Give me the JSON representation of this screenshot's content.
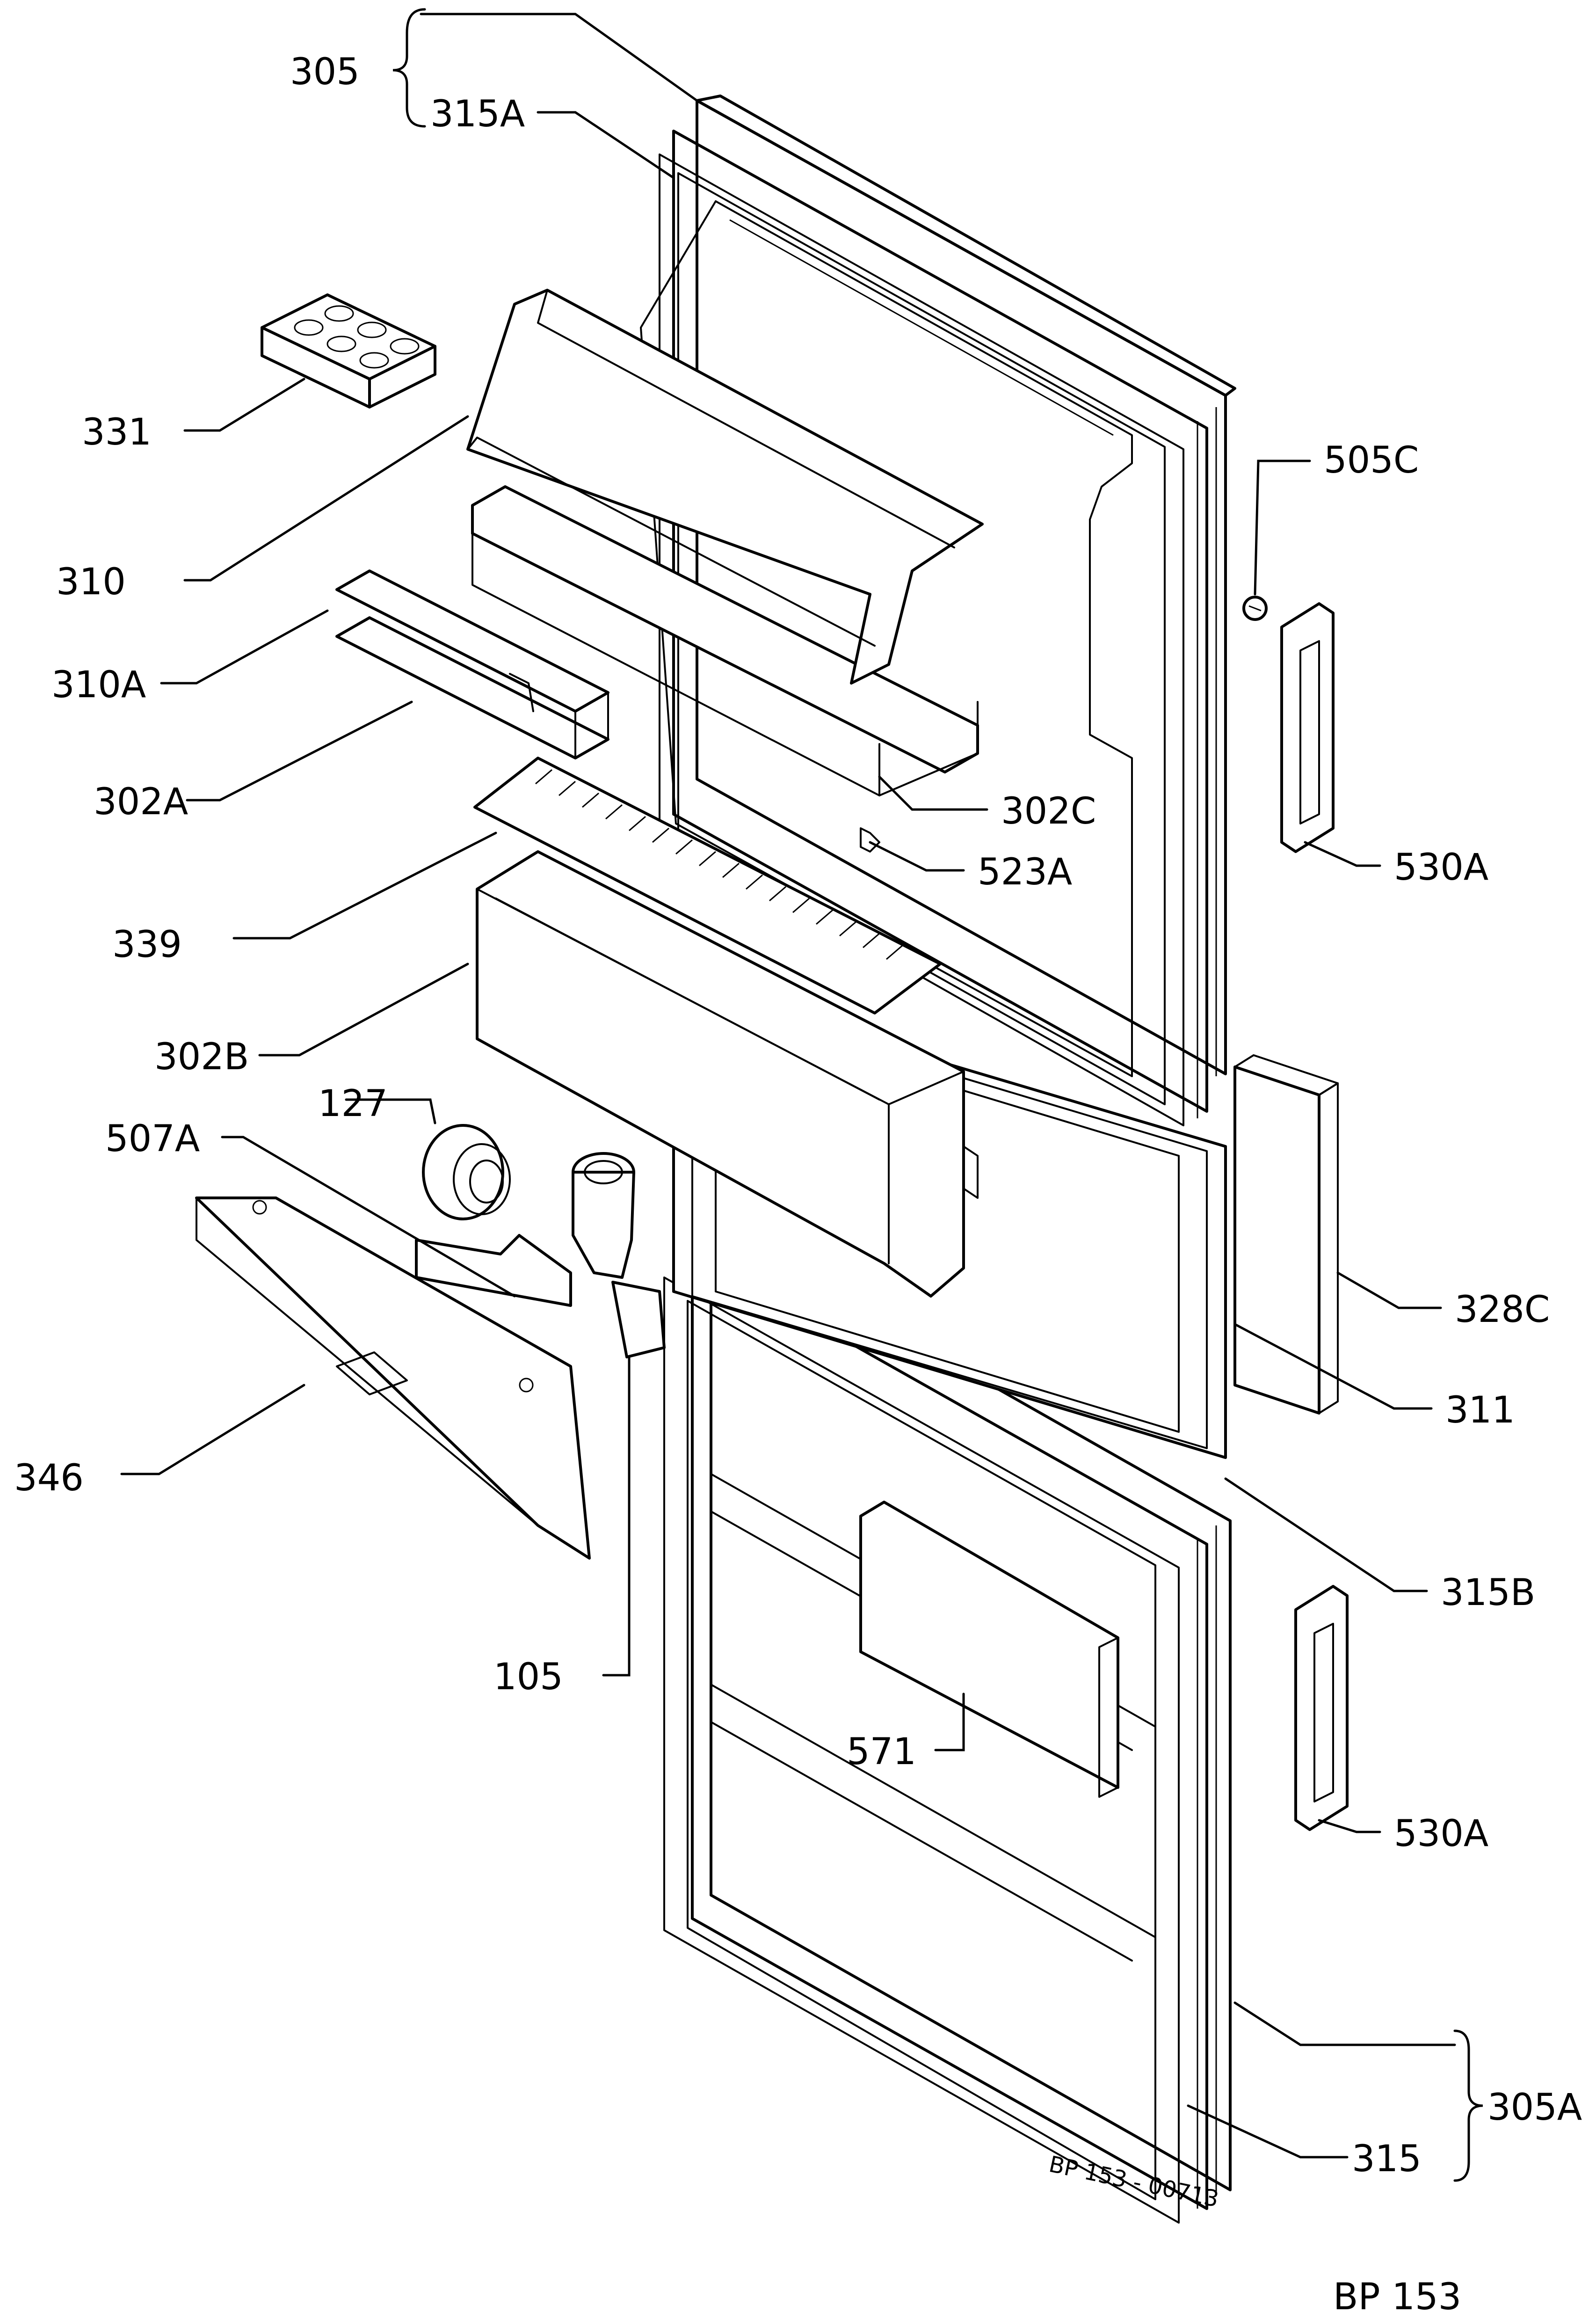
{
  "labels": {
    "l305": "305",
    "l315A": "315A",
    "l331": "331",
    "l310": "310",
    "l310A": "310A",
    "l302A": "302A",
    "l302C": "302C",
    "l523A": "523A",
    "l339": "339",
    "l302B": "302B",
    "l127": "127",
    "l507A": "507A",
    "l346": "346",
    "l505C": "505C",
    "l530A_top": "530A",
    "l328C": "328C",
    "l311": "311",
    "l315B": "315B",
    "l105": "105",
    "l571": "571",
    "l530A_bottom": "530A",
    "l305A": "305A",
    "l315": "315"
  },
  "stamps": {
    "drawing_code": "BP 153 - 00713",
    "sheet_ref": "BP 153"
  }
}
